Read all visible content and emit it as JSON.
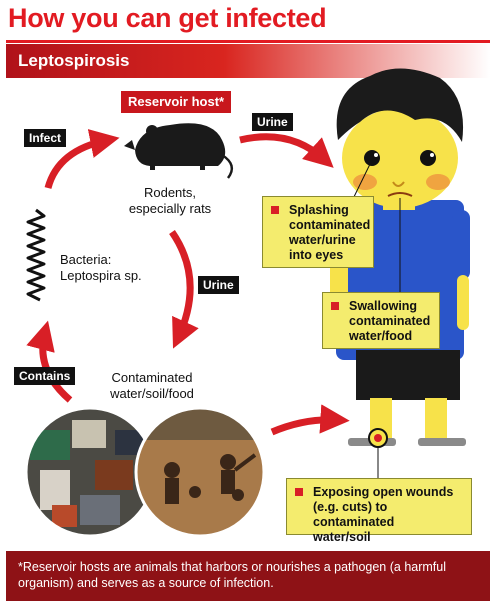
{
  "title": "How you can get infected",
  "section": "Leptospirosis",
  "reservoir_host": "Reservoir host*",
  "labels": {
    "infect": "Infect",
    "urine_top": "Urine",
    "urine_mid": "Urine",
    "contains": "Contains"
  },
  "rodents": [
    "Rodents,",
    "especially rats"
  ],
  "bacteria": [
    "Bacteria:",
    "Leptospira sp."
  ],
  "contaminated": [
    "Contaminated",
    "water/soil/food"
  ],
  "routes": [
    {
      "lines": [
        "Splashing",
        "contaminated",
        "water/urine",
        "into eyes"
      ]
    },
    {
      "lines": [
        "Swallowing",
        "contaminated",
        "water/food"
      ]
    },
    {
      "lines": [
        "Exposing open wounds",
        "(e.g. cuts) to contaminated",
        "water/soil"
      ]
    }
  ],
  "footnote": "*Reservoir hosts are animals that harbors or nourishes a pathogen (a harmful organism) and serves as a source of infection.",
  "colors": {
    "accent": "#e21b22",
    "note": "#f4ec6e",
    "footer": "#8e1216",
    "skin": "#f7e24a",
    "shirt": "#2a55c9"
  }
}
